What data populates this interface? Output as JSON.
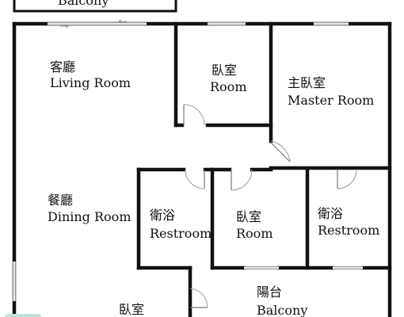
{
  "rooms": {
    "top_balcony": {
      "en": "Balcony"
    },
    "living": {
      "zh": "客廳",
      "en": "Living Room"
    },
    "bedroom_small": {
      "zh": "臥室",
      "en": "Room"
    },
    "master_bedroom": {
      "zh": "主臥室",
      "en": "Master Room"
    },
    "dining": {
      "zh": "餐廳",
      "en": "Dining Room"
    },
    "restroom_left": {
      "zh": "衛浴",
      "en": "Restroom"
    },
    "bedroom_mid": {
      "zh": "臥室",
      "en": "Room"
    },
    "restroom_right": {
      "zh": "衛浴",
      "en": "Restroom"
    },
    "bottom_balcony": {
      "zh": "陽台",
      "en": "Balcony"
    },
    "bottom_bedroom": {
      "zh": "臥室"
    }
  },
  "colors": {
    "wall": "#111111",
    "window": "#9a9a9a",
    "background": "#ffffff"
  }
}
